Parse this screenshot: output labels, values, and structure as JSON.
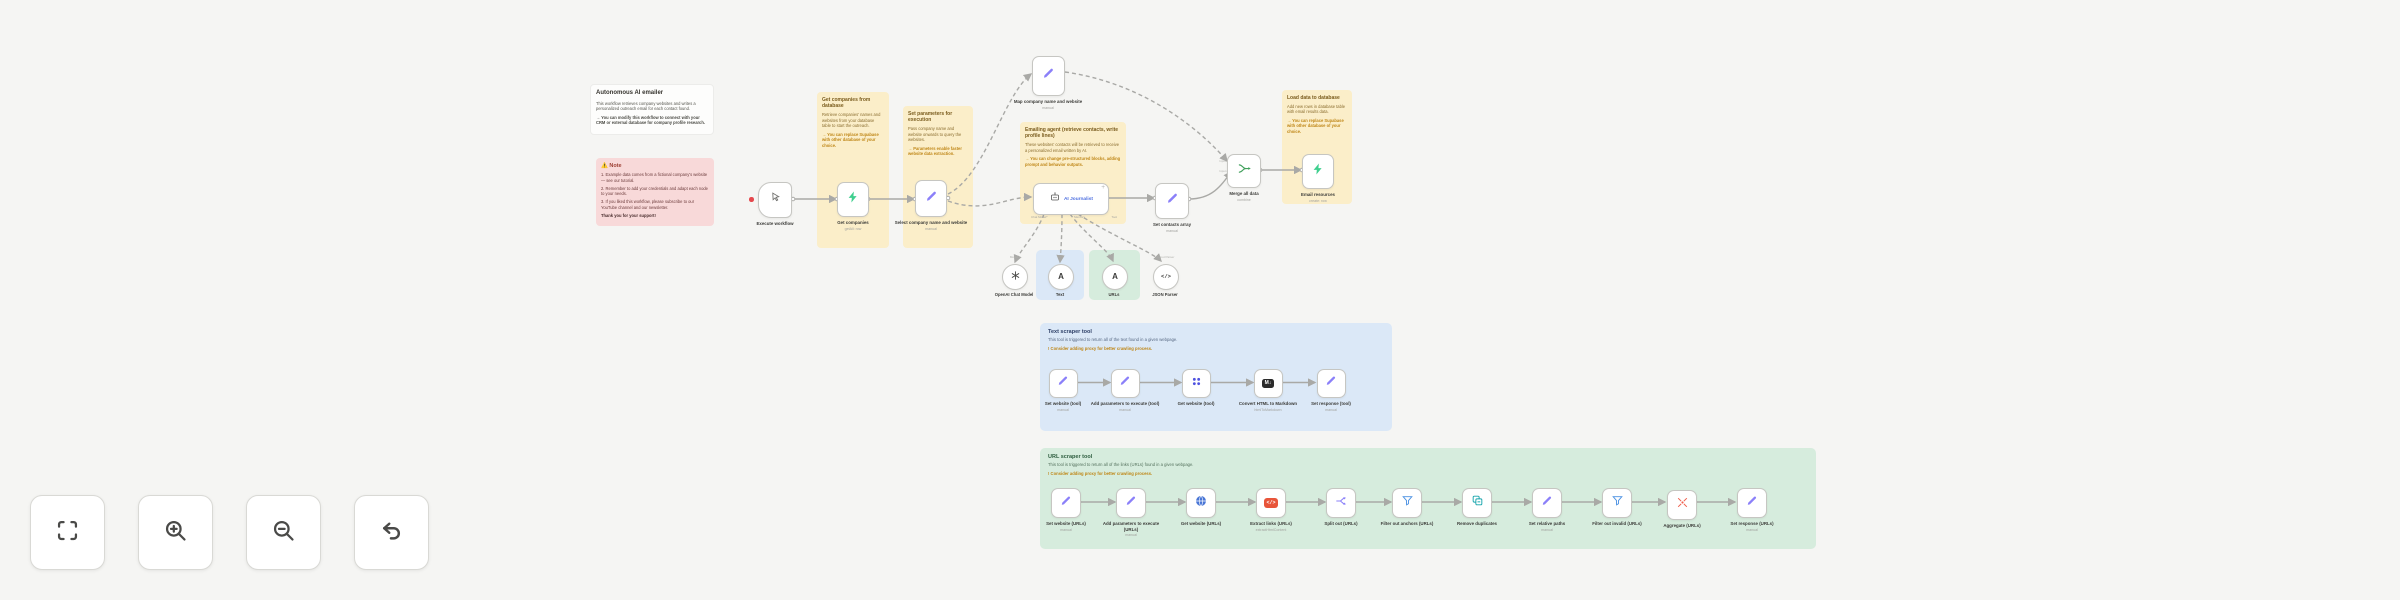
{
  "colors": {
    "canvas": "#f5f5f3",
    "sticky_yellow": "#fbeec9",
    "sticky_pink": "#f8d9d9",
    "zone_blue": "#dbe8f7",
    "zone_green": "#d6ecdd",
    "node_border": "#c6c6c2",
    "wire": "#a9a9a6",
    "pen_purple": "#8b80f9",
    "supabase_green": "#3ecf8e",
    "agent_link_blue": "#4d6fe0",
    "red_dot": "#e5484d"
  },
  "toolbar": {
    "fit_view": "Zoom to fit",
    "zoom_in": "Zoom in",
    "zoom_out": "Zoom out",
    "undo": "Undo"
  },
  "notes": {
    "intro": {
      "title": "Autonomous AI emailer",
      "body": "This workflow retrieves company websites and writes a personalized outreach email for each contact found.",
      "tip": "→  You can modify this workflow to connect with your CRM or external database for company profile research."
    },
    "warning": {
      "title": "⚠️ Note",
      "item1": "1. Example data comes from a fictional company's website — see our tutorial.",
      "item2": "2. Remember to add your credentials and adapt each node to your needs.",
      "item3": "3. If you liked this workflow, please subscribe to our YouTube channel and our newsletter.",
      "footer": "Thank you for your support!"
    }
  },
  "stickies": {
    "get_companies": {
      "title": "Get companies from database",
      "body": "Retrieve companies' names and websites from your database table to start the outreach.",
      "tip": "→  You can replace Supabase with other database of your choice."
    },
    "set_parameters": {
      "title": "Set parameters for execution",
      "body": "Pass company name and website onwards to query the websites.",
      "tip": "→  Parameters enable faster website data extraction."
    },
    "emailing_agent": {
      "title": "Emailing agent (retrieve contacts, write profile lines)",
      "body": "These websites' contacts will be retrieved to receive a personalized email written by AI.",
      "tip": "→  You can change pre-structured blocks, adding prompt and behavior outputs."
    },
    "load_data": {
      "title": "Load data to database",
      "body": "Add new rows in database table with email results data.",
      "tip": "→  You can replace Supabase with other database of your choice."
    }
  },
  "main": {
    "trigger": {
      "label": "Execute workflow"
    },
    "get_companies": {
      "label": "Get companies",
      "sublabel": "getAll: row"
    },
    "select_company": {
      "label": "Select company name and website",
      "sublabel": "manual"
    },
    "map_company": {
      "label": "Map company name and website",
      "sublabel": "manual"
    },
    "agent": {
      "name": "AI Journalist",
      "plus": "+",
      "port1": "Chat Model*",
      "port2": "Memory",
      "port3": "Tool"
    },
    "set_array": {
      "label": "Set contacts array",
      "sublabel": "manual"
    },
    "merge": {
      "label": "Merge all data",
      "sublabel": "combine",
      "input1": "Input 1",
      "input2": "Input 2"
    },
    "save": {
      "label": "Email resources",
      "sublabel": "create: row"
    }
  },
  "agent_tools": {
    "model_hint": "Model",
    "parser_hint": "Output Parser",
    "chat_model": {
      "label": "OpenAI Chat Model"
    },
    "tool_text": {
      "label": "Text",
      "glyph": "A"
    },
    "tool_urls": {
      "label": "URLs",
      "glyph": "A"
    },
    "parser": {
      "label": "JSON Parser",
      "glyph": "</>"
    }
  },
  "text_tool": {
    "title": "Text scraper tool",
    "subtitle": "This tool is triggered to return all of the text found in a given webpage.",
    "tip": "!  Consider adding proxy for better crawling process.",
    "nodes": [
      {
        "label": "Set website (tool)",
        "sublabel": "manual"
      },
      {
        "label": "Add parameters to execute (tool)",
        "sublabel": "manual"
      },
      {
        "label": "Get website (tool)",
        "sublabel": ""
      },
      {
        "label": "Convert HTML to Markdown",
        "sublabel": "htmlToMarkdown"
      },
      {
        "label": "Set response (tool)",
        "sublabel": "manual"
      }
    ],
    "md_glyph": "M↓"
  },
  "url_tool": {
    "title": "URL scraper tool",
    "subtitle": "This tool is triggered to return all of the links (URLs) found in a given webpage.",
    "tip": "!  Consider adding proxy for better crawling process.",
    "nodes": [
      {
        "label": "Set website (URLs)",
        "sublabel": "manual"
      },
      {
        "label": "Add parameters to execute (URLs)",
        "sublabel": "manual"
      },
      {
        "label": "Get website (URLs)",
        "sublabel": ""
      },
      {
        "label": "Extract links (URLs)",
        "sublabel": "extractHtmlContent"
      },
      {
        "label": "Split out (URLs)",
        "sublabel": ""
      },
      {
        "label": "Filter out anchors (URLs)",
        "sublabel": ""
      },
      {
        "label": "Remove duplicates",
        "sublabel": ""
      },
      {
        "label": "Set relative paths",
        "sublabel": "manual"
      },
      {
        "label": "Filter out invalid (URLs)",
        "sublabel": ""
      },
      {
        "label": "Aggregate (URLs)",
        "sublabel": ""
      },
      {
        "label": "Set response (URLs)",
        "sublabel": "manual"
      }
    ],
    "html_glyph": "</>"
  }
}
